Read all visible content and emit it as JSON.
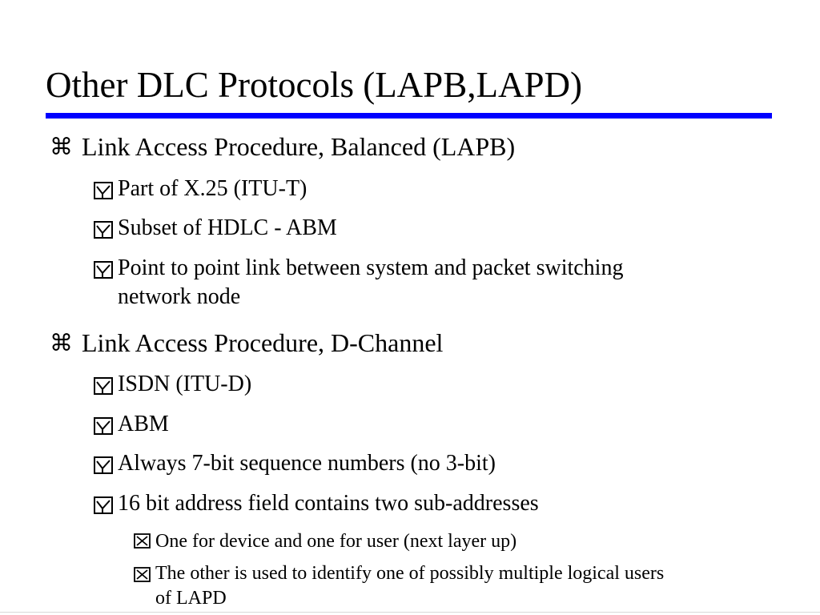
{
  "slide": {
    "title": "Other DLC Protocols (LAPB,LAPD)",
    "colors": {
      "title_rule": "#0000ff",
      "text": "#000000",
      "background": "#ffffff"
    },
    "bullets": {
      "level1_icon": "command-icon",
      "level1_glyph": "⌘",
      "level2_icon": "checked-box-icon",
      "level3_icon": "crossed-box-icon"
    },
    "items": [
      {
        "level": 1,
        "text": "Link Access Procedure, Balanced (LAPB)"
      },
      {
        "level": 2,
        "text": "Part of X.25 (ITU-T)"
      },
      {
        "level": 2,
        "text": "Subset of HDLC - ABM"
      },
      {
        "level": 2,
        "lines": [
          "Point to point link between system and packet switching",
          "network node"
        ]
      },
      {
        "level": 1,
        "text": "Link Access Procedure, D-Channel"
      },
      {
        "level": 2,
        "text": "ISDN (ITU-D)"
      },
      {
        "level": 2,
        "text": "ABM"
      },
      {
        "level": 2,
        "text": "Always 7-bit sequence numbers (no 3-bit)"
      },
      {
        "level": 2,
        "text": "16 bit address field contains two sub-addresses"
      },
      {
        "level": 3,
        "text": "One for device and one for user (next layer up)"
      },
      {
        "level": 3,
        "lines": [
          "The other is used to identify one of possibly multiple logical users",
          "of LAPD"
        ]
      }
    ]
  }
}
